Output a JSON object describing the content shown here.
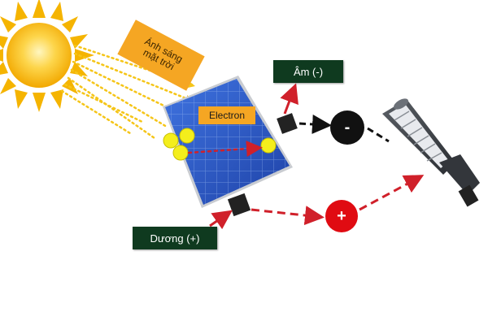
{
  "labels": {
    "sunlight": "Ánh sáng\nmặt trời",
    "electron": "Electron",
    "negative": "Âm (-)",
    "positive": "Dương (+)",
    "negative_symbol": "-",
    "positive_symbol": "+"
  },
  "colors": {
    "sun": "#f5b400",
    "sun_core": "#fde38a",
    "rays": "#f5c518",
    "label_box": "#f5a623",
    "dark_green_box": "#0f3a1f",
    "panel_blue": "#2d58c8",
    "electron_yellow": "#f4ee1c",
    "flow_red": "#d0202a",
    "negative_terminal": "#111111",
    "positive_terminal": "#e00b12"
  },
  "icons": {
    "sun": "sun-icon",
    "solar_panel": "solar-panel-icon",
    "street_light": "led-street-light-icon"
  }
}
